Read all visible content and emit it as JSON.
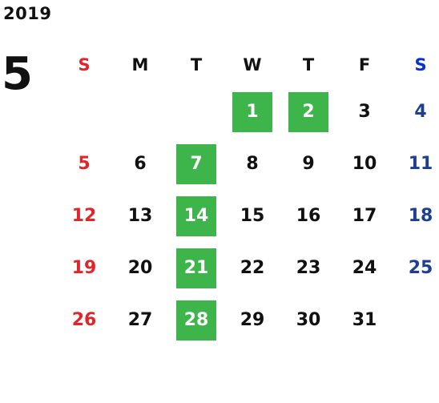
{
  "calendar": {
    "year": "2019",
    "month": "5",
    "weekdays": [
      "S",
      "M",
      "T",
      "W",
      "T",
      "F",
      "S"
    ],
    "weeks": [
      [
        "",
        "",
        "",
        "1",
        "2",
        "3",
        "4"
      ],
      [
        "5",
        "6",
        "7",
        "8",
        "9",
        "10",
        "11"
      ],
      [
        "12",
        "13",
        "14",
        "15",
        "16",
        "17",
        "18"
      ],
      [
        "19",
        "20",
        "21",
        "22",
        "23",
        "24",
        "25"
      ],
      [
        "26",
        "27",
        "28",
        "29",
        "30",
        "31",
        ""
      ]
    ],
    "highlighted_days": [
      "1",
      "2",
      "7",
      "14",
      "21",
      "28"
    ]
  },
  "colors": {
    "sunday": "#e0262a",
    "saturday": "#1c3f94",
    "saturday_header": "#0a2fd6",
    "highlight": "#3db54a",
    "text": "#111111"
  }
}
